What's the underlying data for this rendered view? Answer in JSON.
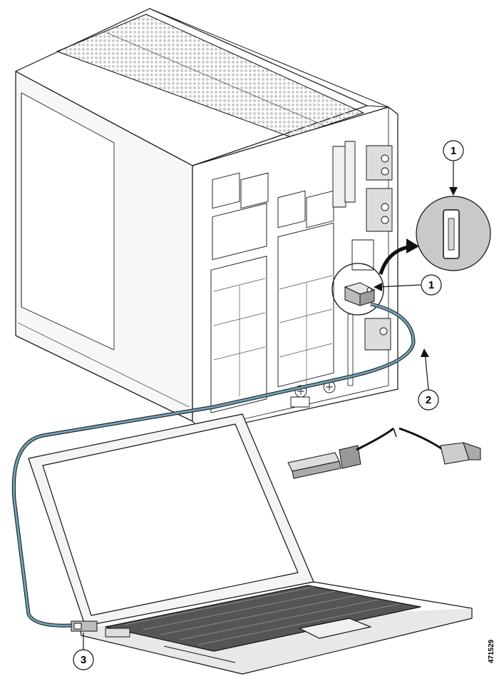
{
  "figure": {
    "id": "471529",
    "colors": {
      "line": "#111111",
      "device_face": "#ffffff",
      "device_side": "#f5f5f5",
      "vent": "#d0d0d0",
      "cable": "#6fa3b6",
      "connector": "#bdbdbd",
      "zoom_fill": "#c9c9c9"
    }
  },
  "callouts": [
    {
      "number": "1",
      "target": "usb-mini-port-zoom"
    },
    {
      "number": "1",
      "target": "usb-mini-port"
    },
    {
      "number": "2",
      "target": "usb-cable"
    },
    {
      "number": "3",
      "target": "laptop-usb-port"
    }
  ],
  "icons": {
    "switch": "industrial-switch-icon",
    "laptop": "laptop-icon",
    "cable": "usb-cable-icon",
    "zoom": "magnifier-zoom-icon"
  }
}
